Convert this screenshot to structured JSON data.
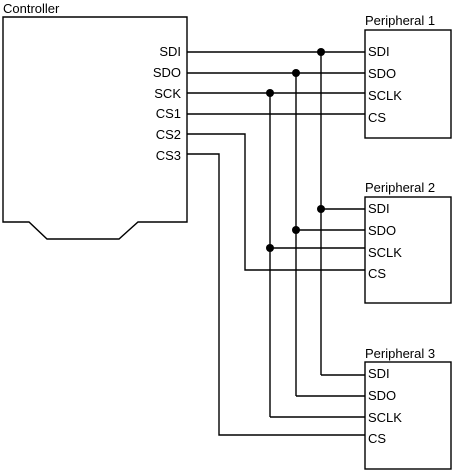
{
  "controller": {
    "title": "Controller",
    "pins": [
      "SDI",
      "SDO",
      "SCK",
      "CS1",
      "CS2",
      "CS3"
    ]
  },
  "peripherals": [
    {
      "title": "Peripheral 1",
      "pins": [
        "SDI",
        "SDO",
        "SCLK",
        "CS"
      ]
    },
    {
      "title": "Peripheral 2",
      "pins": [
        "SDI",
        "SDO",
        "SCLK",
        "CS"
      ]
    },
    {
      "title": "Peripheral 3",
      "pins": [
        "SDI",
        "SDO",
        "SCLK",
        "CS"
      ]
    }
  ],
  "colors": {
    "line": "#000000",
    "background": "#ffffff"
  }
}
